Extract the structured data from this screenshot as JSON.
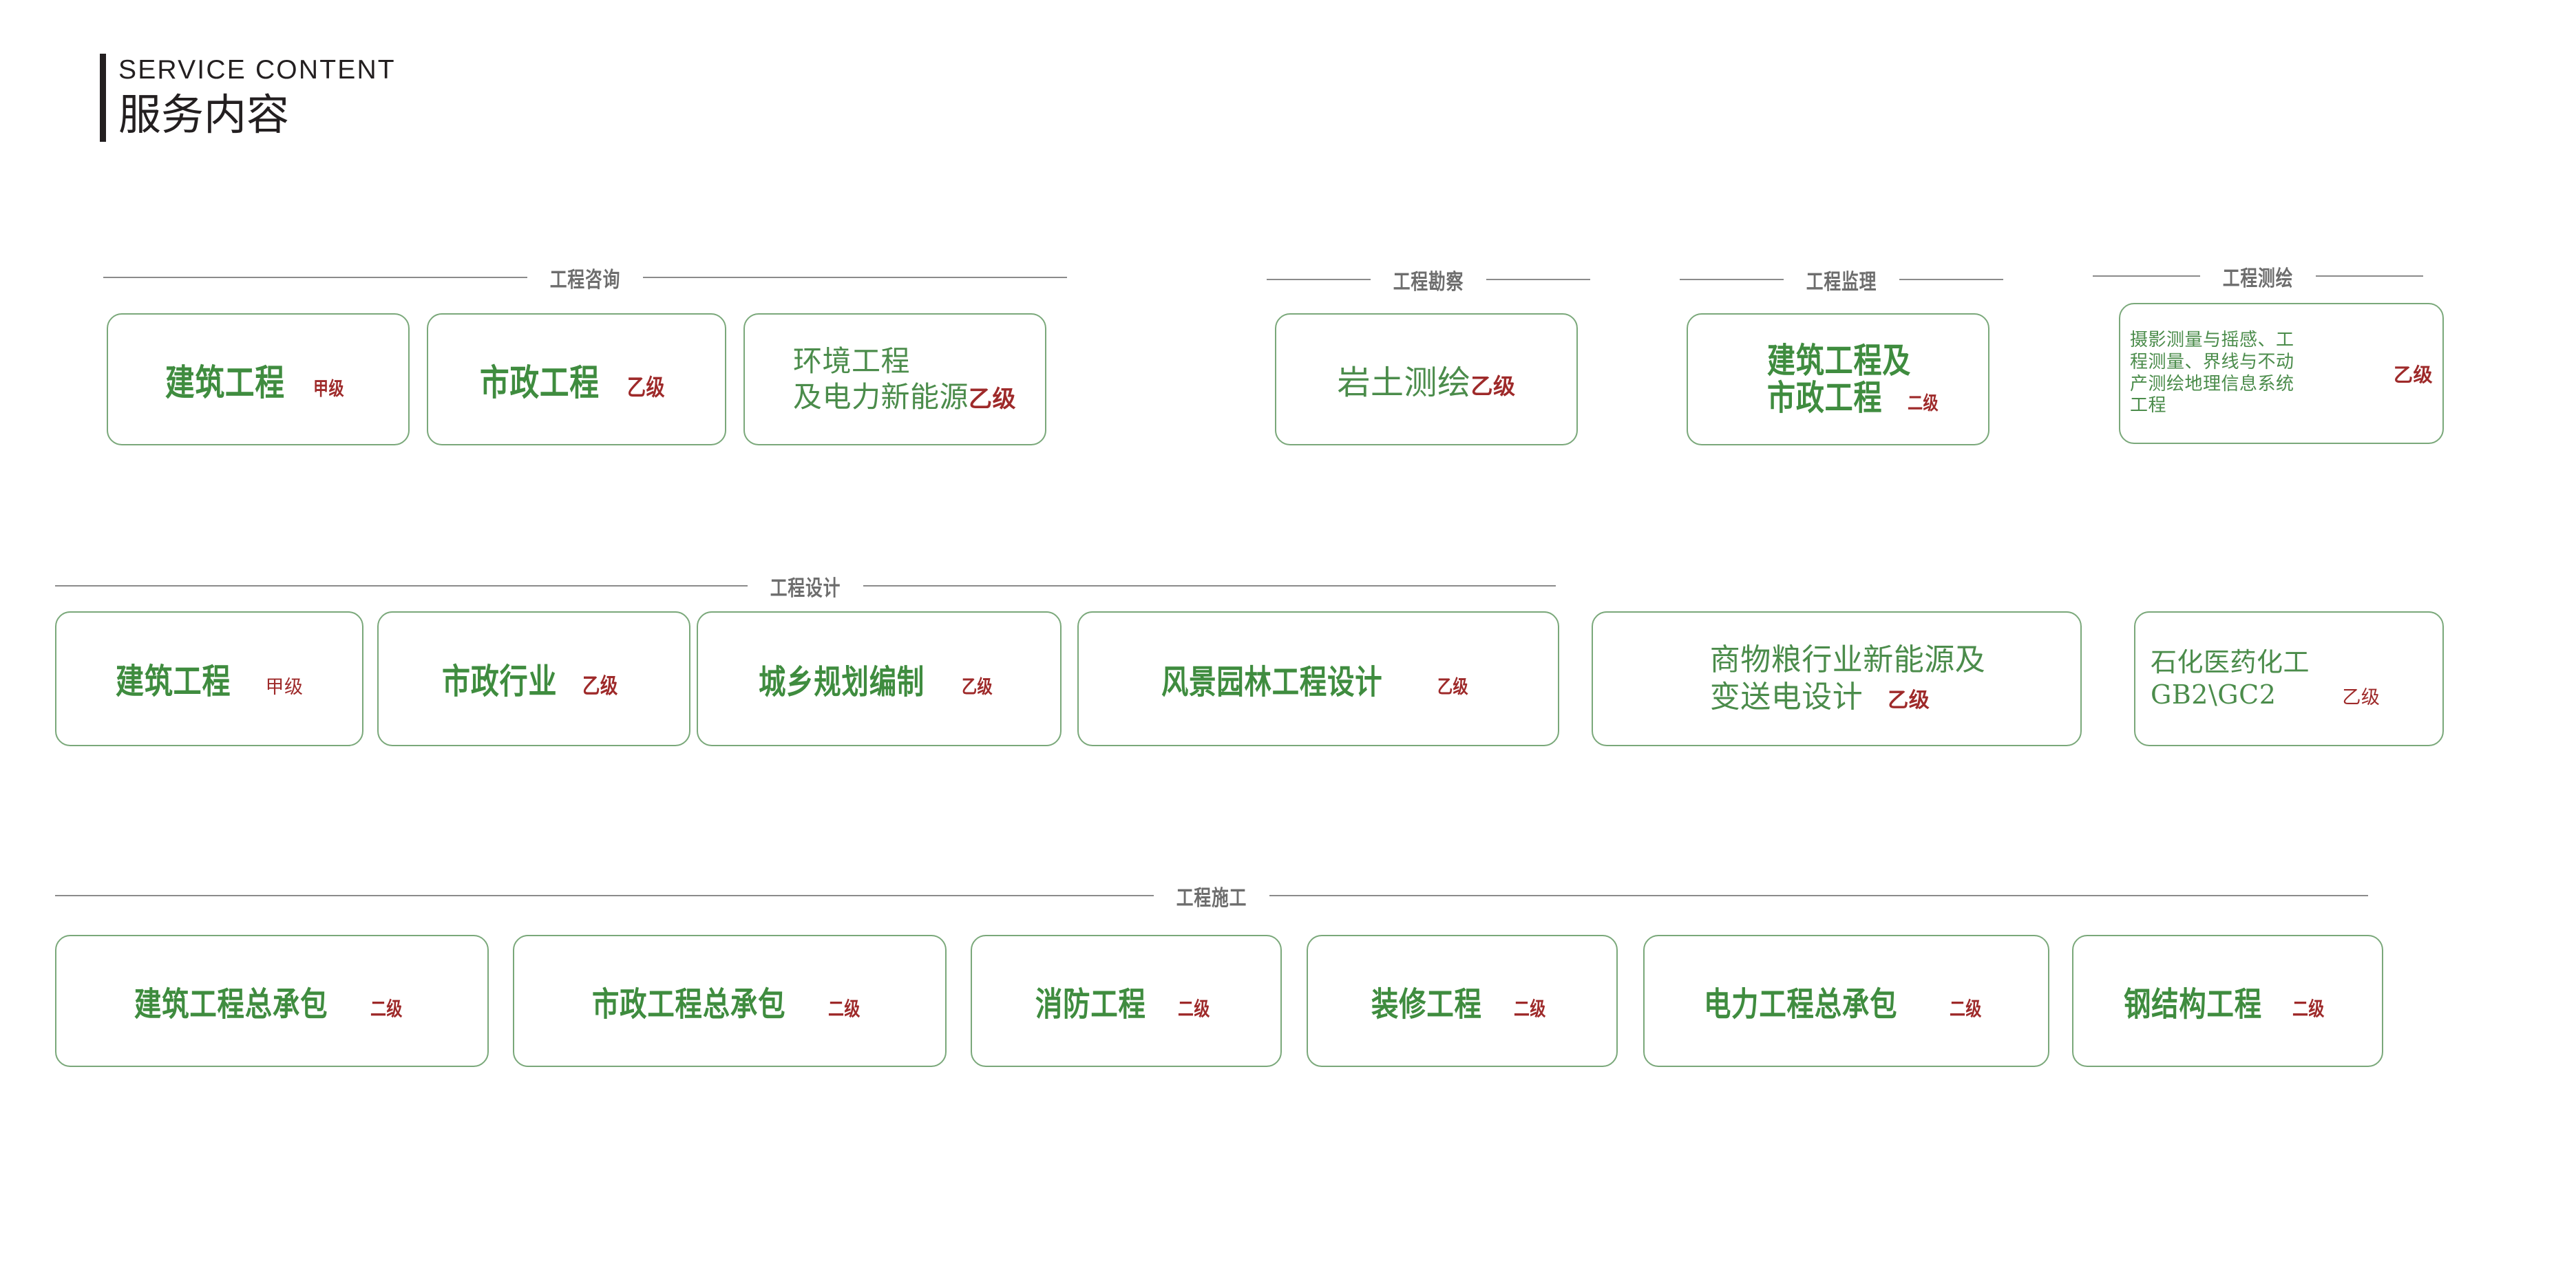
{
  "header": {
    "en": "SERVICE CONTENT",
    "cn": "服务内容"
  },
  "sections": [
    {
      "id": "consulting",
      "title": "工程咨询",
      "cards": [
        {
          "title": "建筑工程",
          "grade": "甲级",
          "style": "bold"
        },
        {
          "title": "市政工程",
          "grade": "乙级",
          "style": "bold"
        },
        {
          "line1": "环境工程",
          "line2": "及电力新能源",
          "grade": "乙级",
          "style": "light"
        }
      ]
    },
    {
      "id": "survey",
      "title": "工程勘察",
      "cards": [
        {
          "title": "岩土测绘",
          "grade": "乙级",
          "style": "light"
        }
      ]
    },
    {
      "id": "supervision",
      "title": "工程监理",
      "cards": [
        {
          "line1": "建筑工程及",
          "line2": "市政工程",
          "grade": "二级",
          "style": "bold"
        }
      ]
    },
    {
      "id": "mapping",
      "title": "工程测绘",
      "cards": [
        {
          "line1": "摄影测量与摇感、工",
          "line2": "程测量、界线与不动",
          "line3": "产测绘地理信息系统",
          "line4": "工程",
          "grade": "乙级",
          "style": "light"
        }
      ]
    },
    {
      "id": "design",
      "title": "工程设计",
      "cards": [
        {
          "title": "建筑工程",
          "grade": "甲级",
          "style": "bold"
        },
        {
          "title": "市政行业",
          "grade": "乙级",
          "style": "bold"
        },
        {
          "title": "城乡规划编制",
          "grade": "乙级",
          "style": "bold"
        },
        {
          "title": "风景园林工程设计",
          "grade": "乙级",
          "style": "bold"
        },
        {
          "line1": "商物粮行业新能源及",
          "line2": "变送电设计",
          "grade": "乙级",
          "style": "light"
        },
        {
          "line1": "石化医药化工",
          "line2": "GB2\\GC2",
          "grade": "乙级",
          "style": "light"
        }
      ]
    },
    {
      "id": "construction",
      "title": "工程施工",
      "cards": [
        {
          "title": "建筑工程总承包",
          "grade": "二级",
          "style": "bold"
        },
        {
          "title": "市政工程总承包",
          "grade": "二级",
          "style": "bold"
        },
        {
          "title": "消防工程",
          "grade": "二级",
          "style": "bold"
        },
        {
          "title": "装修工程",
          "grade": "二级",
          "style": "bold"
        },
        {
          "title": "电力工程总承包",
          "grade": "二级",
          "style": "bold"
        },
        {
          "title": "钢结构工程",
          "grade": "二级",
          "style": "bold"
        }
      ]
    }
  ],
  "colors": {
    "green_text": "#3f8c3f",
    "green_border": "#7aa87a",
    "red_grade": "#9e2a2a",
    "divider_gray": "#8b8b8b",
    "title_gray": "#6d6d6d",
    "header_black": "#231f20"
  }
}
